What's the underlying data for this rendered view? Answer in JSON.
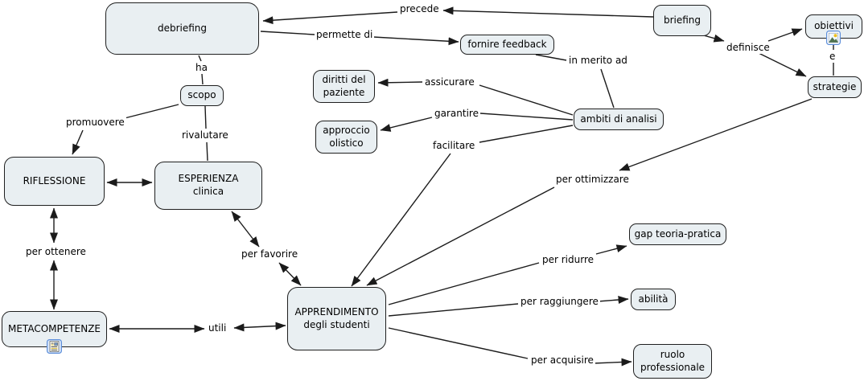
{
  "canvas": {
    "background": "#ffffff"
  },
  "palette": {
    "node_fill": "#e9eff2",
    "node_border": "#1f1f1f",
    "line_color": "#1b1b1b",
    "text_color": "#000000",
    "label_background": "#ffffff",
    "resource_icon_border": "#5b8dd9"
  },
  "nodes": {
    "debriefing": {
      "label": "debriefing"
    },
    "briefing": {
      "label": "briefing"
    },
    "obiettivi": {
      "label": "obiettivi",
      "icon": "image-resource-icon"
    },
    "strategie": {
      "label": "strategie"
    },
    "fornire_feedback": {
      "label": "fornire feedback"
    },
    "diritti_del_paziente": {
      "line1": "diritti del",
      "line2": "paziente"
    },
    "approccio_olistico": {
      "line1": "approccio",
      "line2": "olistico"
    },
    "ambiti_di_analisi": {
      "label": "ambiti di analisi"
    },
    "scopo": {
      "label": "scopo"
    },
    "riflessione": {
      "label": "RIFLESSIONE"
    },
    "esperienza_clinica": {
      "line1": "ESPERIENZA",
      "line2": "clinica"
    },
    "metacompetenze": {
      "label": "METACOMPETENZE",
      "icon": "document-resource-icon"
    },
    "apprendimento": {
      "line1": "APPRENDIMENTO",
      "line2": "degli studenti"
    },
    "gap_teoria_pratica": {
      "label": "gap teoria-pratica"
    },
    "abilita": {
      "label": "abilità"
    },
    "ruolo_professionale": {
      "line1": "ruolo",
      "line2": "professionale"
    }
  },
  "links": {
    "precede": "precede",
    "permette_di": "permette di",
    "in_merito_ad": "in merito ad",
    "definisce": "definisce",
    "e": "e",
    "ha": "ha",
    "promuovere": "promuovere",
    "rivalutare": "rivalutare",
    "assicurare": "assicurare",
    "garantire": "garantire",
    "facilitare": "facilitare",
    "per_ottimizzare": "per ottimizzare",
    "per_ottenere": "per ottenere",
    "per_favorire": "per favorire",
    "utili": "utili",
    "per_ridurre": "per ridurre",
    "per_raggiungere": "per raggiungere",
    "per_acquisire": "per acquisire"
  }
}
